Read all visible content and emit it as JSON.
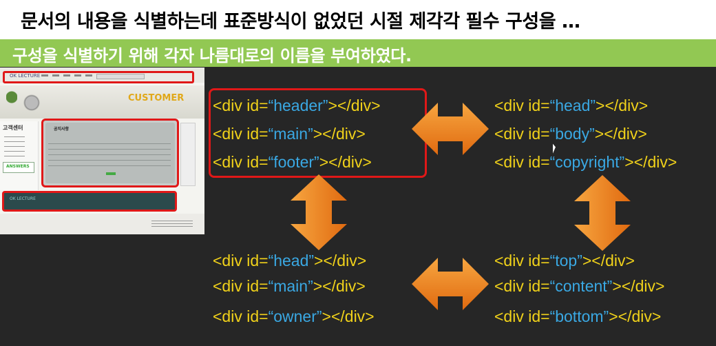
{
  "slide": {
    "title": "문서의 내용을 식별하는데 표준방식이 없었던 시절 제각각 필수 구성을 …",
    "subtitle": "구성을 식별하기 위해 각자 나름대로의 이름을 부여하였다."
  },
  "thumbnail": {
    "logo_text": "OK LECTURE",
    "banner_text": "CUSTOMER",
    "leftnav_title": "고객센터",
    "notice_title": "공지사항",
    "answers_text": "ANSWERS",
    "footer_logo_text": "OK LECTURE"
  },
  "code_syntax": {
    "open": "<div id=",
    "close": "></div>"
  },
  "groups": [
    {
      "ids": [
        "“header”",
        "“main”",
        "“footer”"
      ]
    },
    {
      "ids": [
        "“head”",
        "“body”",
        "“copyright”"
      ]
    },
    {
      "ids": [
        "“head”",
        "“main”",
        "“owner”"
      ]
    },
    {
      "ids": [
        "“top”",
        "“content”",
        "“bottom”"
      ]
    }
  ],
  "colors": {
    "background": "#262626",
    "subtitle_bar": "#92c853",
    "tag": "#f1d21a",
    "id_value": "#3aa8e3",
    "highlight": "#e01818",
    "arrow": "#f28a1c"
  }
}
